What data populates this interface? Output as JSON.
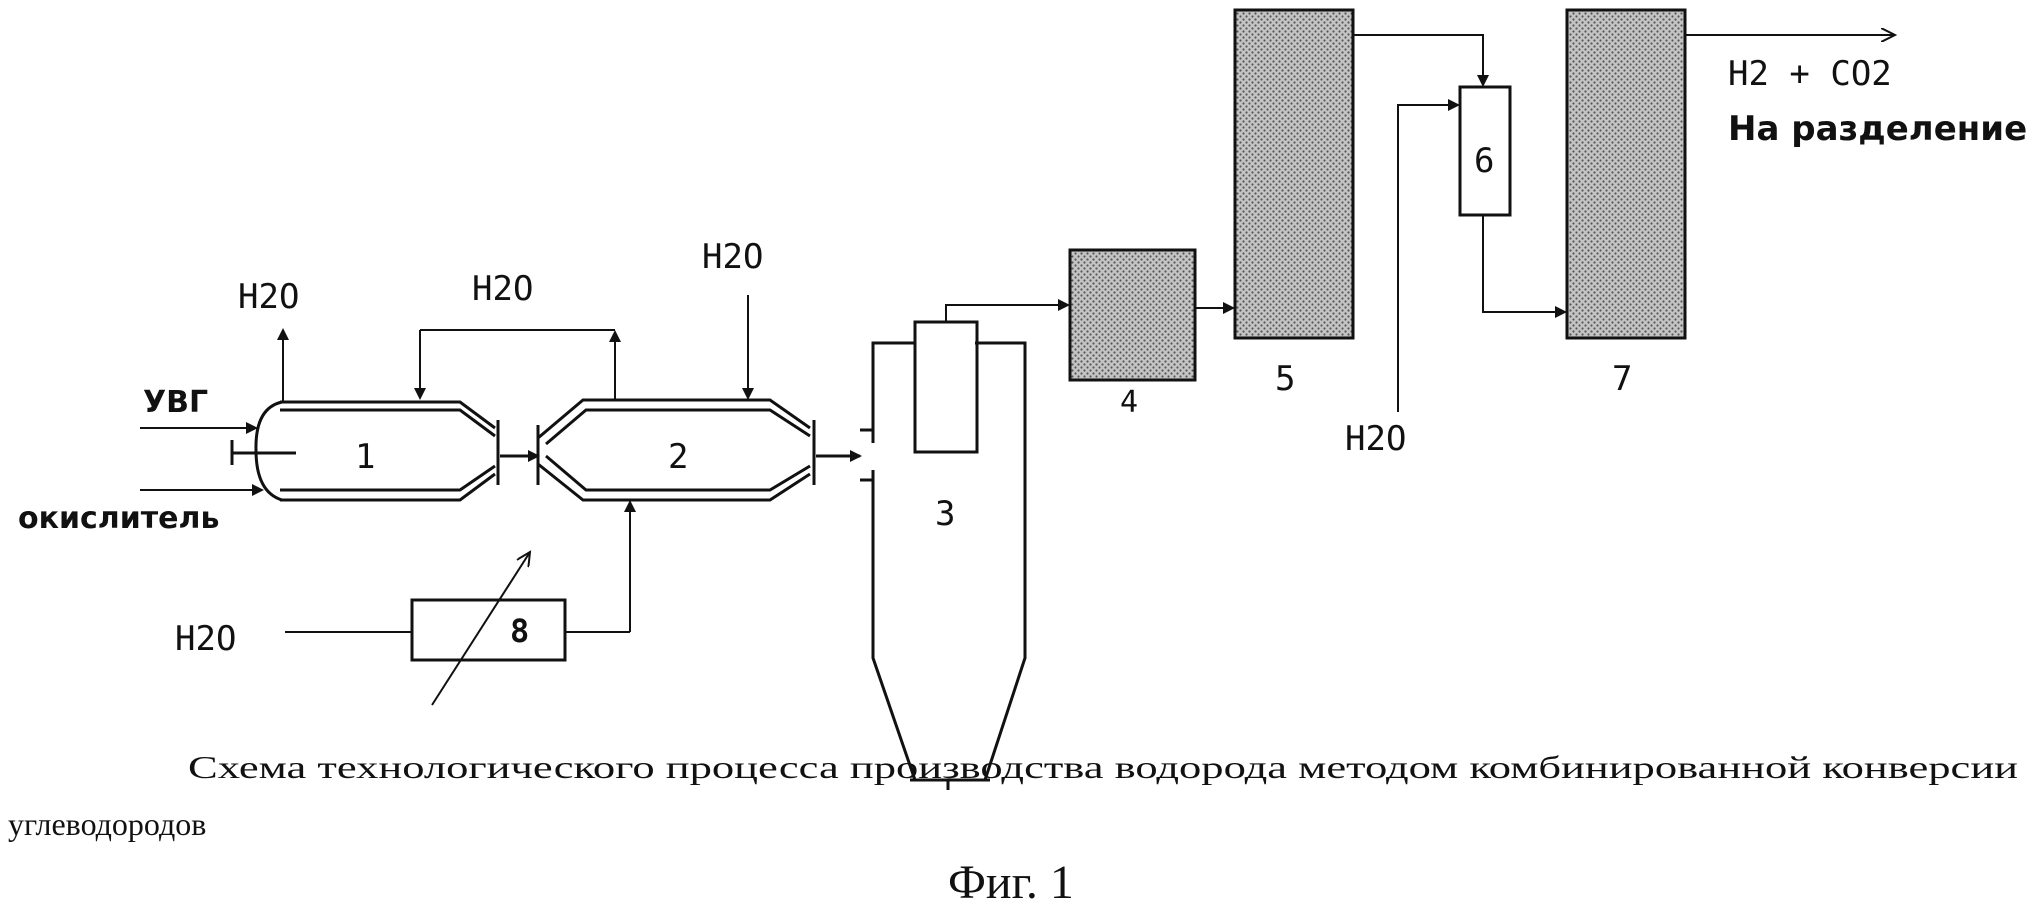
{
  "labels": {
    "h2o": "H2O",
    "uvg": "УВГ",
    "oxidizer": "окислитель",
    "products": "H2 + CO2",
    "to_separation": "На разделение"
  },
  "units": [
    "1",
    "2",
    "3",
    "4",
    "5",
    "6",
    "7",
    "8"
  ],
  "caption": {
    "line1": "Схема технологического процесса производства водорода методом комбинированной конверсии",
    "line2": "углеводородов"
  },
  "figure_label": "Фиг. 1",
  "colors": {
    "ink": "#111111",
    "paper": "#ffffff",
    "fill": "#b8b8b8"
  }
}
